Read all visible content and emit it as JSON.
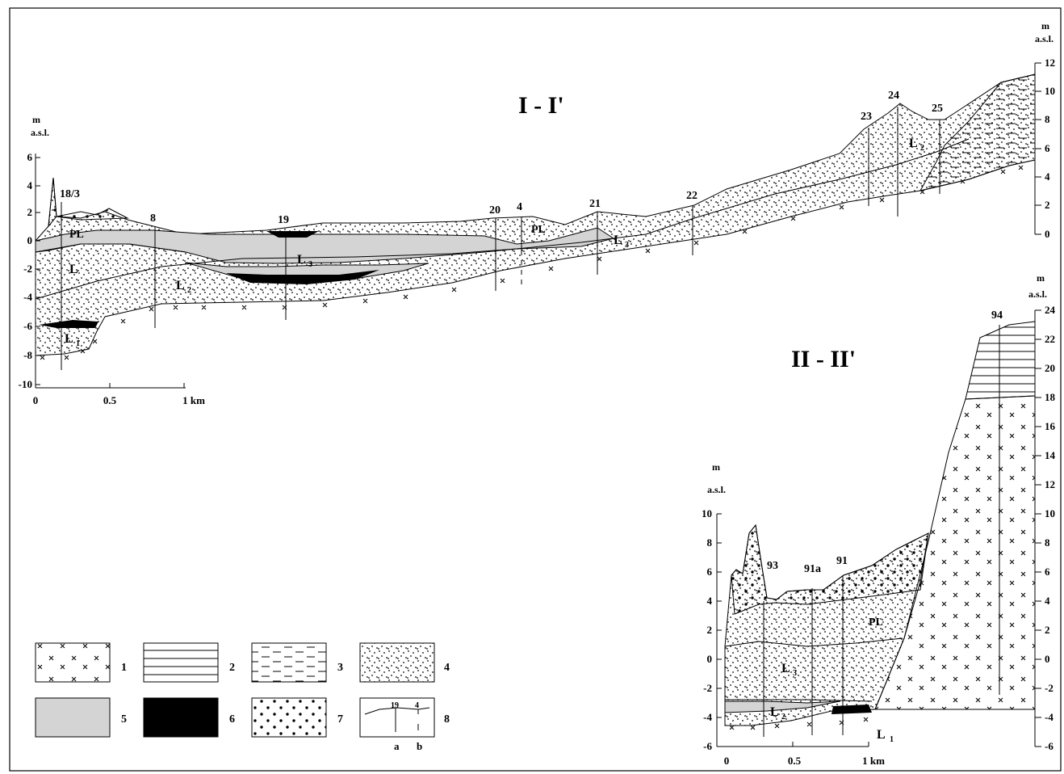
{
  "section1": {
    "title": "I - I'",
    "left_axis_unit": [
      "m",
      "a.s.l."
    ],
    "right_axis_unit": [
      "m",
      "a.s.l."
    ],
    "left_ticks": [
      "6",
      "4",
      "2",
      "0",
      "-2",
      "-4",
      "-6",
      "-8",
      "-10"
    ],
    "right_ticks": [
      "12",
      "10",
      "8",
      "6",
      "4",
      "2",
      "0"
    ],
    "scale_labels": [
      "0",
      "0.5",
      "1 km"
    ],
    "boreholes": [
      "18/3",
      "8",
      "19",
      "20",
      "4",
      "21",
      "22",
      "23",
      "24",
      "25"
    ],
    "layer_labels": {
      "pl1": "PL",
      "pl2": "PL",
      "l1": "L",
      "l1_sub": "1",
      "l2": "L",
      "l2_sub": "2",
      "l2b": "L",
      "l2b_sub": "2",
      "l3": "L",
      "l3_sub": "3",
      "l3b": "L",
      "l3b_sub": "3",
      "l3c": "L",
      "l3c_sub": "3"
    }
  },
  "section2": {
    "title": "II - II'",
    "left_axis_unit": [
      "m",
      "a.s.l."
    ],
    "right_axis_unit": [
      "m",
      "a.s.l."
    ],
    "left_ticks": [
      "10",
      "8",
      "6",
      "4",
      "2",
      "0",
      "-2",
      "-4",
      "-6"
    ],
    "right_ticks": [
      "24",
      "22",
      "20",
      "18",
      "16",
      "14",
      "12",
      "10",
      "8",
      "6",
      "4",
      "2",
      "0",
      "-2",
      "-4",
      "-6"
    ],
    "scale_labels": [
      "0",
      "0.5",
      "1 km"
    ],
    "boreholes": [
      "93",
      "91a",
      "91",
      "94"
    ],
    "layer_labels": {
      "pl": "PL",
      "l3": "L",
      "l3_sub": "3",
      "l2": "L",
      "l2_sub": "2",
      "l1": "L",
      "l1_sub": "1"
    }
  },
  "legend": {
    "items": [
      "1",
      "2",
      "3",
      "4",
      "5",
      "6",
      "7",
      "8"
    ],
    "sub_labels": [
      "a",
      "b"
    ],
    "sample_numbers": [
      "19",
      "4"
    ]
  }
}
